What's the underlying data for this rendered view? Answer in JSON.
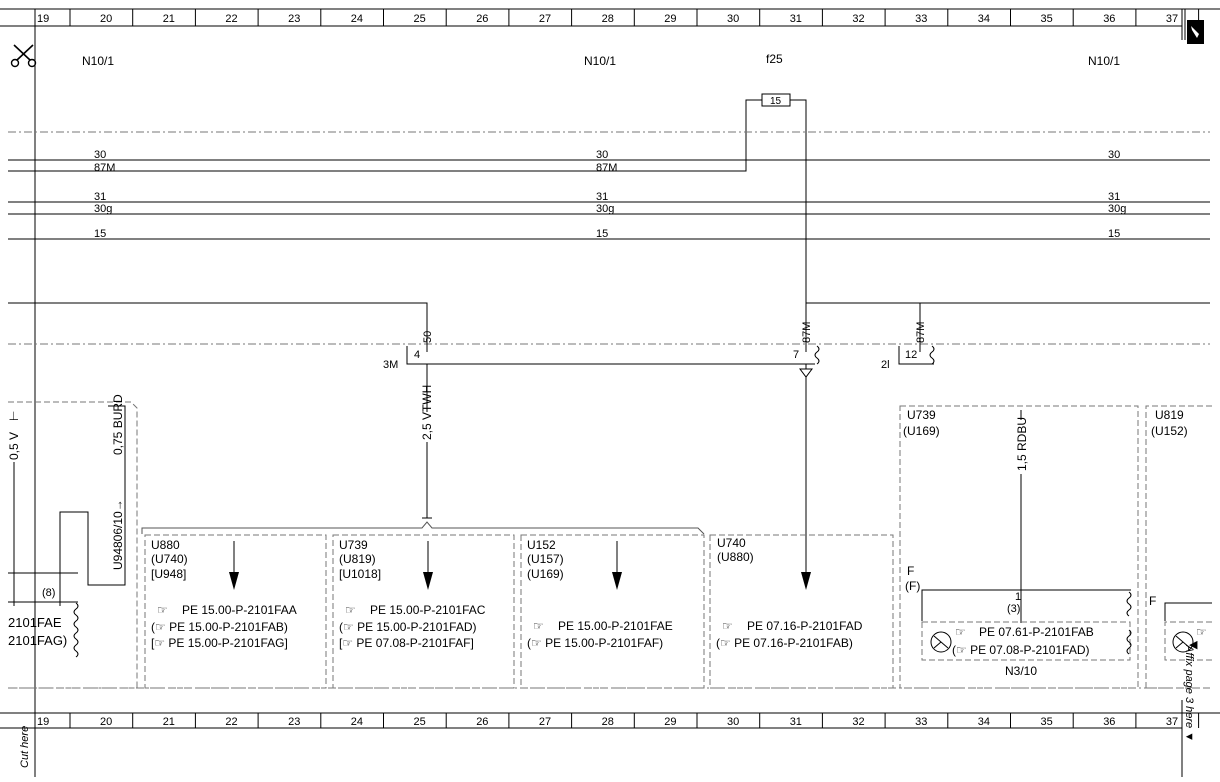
{
  "ruler": {
    "top_numbers": [
      "19",
      "20",
      "21",
      "22",
      "23",
      "24",
      "25",
      "26",
      "27",
      "28",
      "29",
      "30",
      "31",
      "32",
      "33",
      "34",
      "35",
      "36",
      "37"
    ],
    "bottom_numbers": [
      "19",
      "20",
      "21",
      "22",
      "23",
      "24",
      "25",
      "26",
      "27",
      "28",
      "29",
      "30",
      "31",
      "32",
      "33",
      "34",
      "35",
      "36",
      "37"
    ]
  },
  "header_labels": {
    "left": "N10/1",
    "middle": "N10/1",
    "fuse_block": "f25",
    "right": "N10/1",
    "fuse_number": "15"
  },
  "bus_labels": {
    "left": [
      "30",
      "87M",
      "31",
      "30g",
      "15"
    ],
    "middle": [
      "30",
      "87M",
      "31",
      "30g",
      "15"
    ],
    "right": [
      "30",
      "31",
      "30g",
      "15"
    ]
  },
  "connectors": {
    "c3m": {
      "name": "3M",
      "pin_left": "4",
      "pin_right": "7"
    },
    "c2l": {
      "name": "2l",
      "pin": "12"
    }
  },
  "wires": {
    "w50": "50",
    "w87m_a": "87M",
    "w87m_b": "87M",
    "vtwh": "2,5 VTWH",
    "rdbu": "1,5 RDBU",
    "left_v": "0,5 V",
    "burd": "0,75 BURD",
    "u948": "U94806/10→"
  },
  "left_partial": {
    "pin": "(8)",
    "ref1": "2101FAE",
    "ref2": "2101FAG)"
  },
  "boxes": [
    {
      "ids": [
        "U880",
        "(U740)",
        "[U948]"
      ],
      "refs": [
        "PE 15.00-P-2101FAA",
        "(☞ PE 15.00-P-2101FAB)",
        "[☞ PE 15.00-P-2101FAG]"
      ]
    },
    {
      "ids": [
        "U739",
        "(U819)",
        "[U1018]"
      ],
      "refs": [
        "PE 15.00-P-2101FAC",
        "(☞ PE 15.00-P-2101FAD)",
        "[☞ PE 07.08-P-2101FAF]"
      ]
    },
    {
      "ids": [
        "U152",
        "(U157)",
        "(U169)"
      ],
      "refs": [
        "PE 15.00-P-2101FAE",
        "(☞ PE 15.00-P-2101FAF)"
      ]
    },
    {
      "ids": [
        "U740",
        "(U880)"
      ],
      "refs": [
        "PE 07.16-P-2101FAD",
        "(☞ PE 07.16-P-2101FAB)"
      ]
    }
  ],
  "n310_box": {
    "ids": [
      "U739",
      "(U169)"
    ],
    "f1": "F",
    "f2": "(F)",
    "pin1": "1",
    "pin2": "(3)",
    "refs": [
      "PE 07.61-P-2101FAB",
      "(☞ PE 07.08-P-2101FAD)"
    ],
    "name": "N3/10"
  },
  "right_box": {
    "ids": [
      "U819",
      "(U152)"
    ],
    "f": "F"
  },
  "margin_text": {
    "cut_here": "Cut here",
    "affix": "Affix page 3 here ▼",
    "arrow": "◀"
  },
  "icons": {
    "scissors": "scissors-icon",
    "book": "book-icon",
    "pointer": "pointing-hand-icon",
    "sensor": "sensor-icon"
  }
}
